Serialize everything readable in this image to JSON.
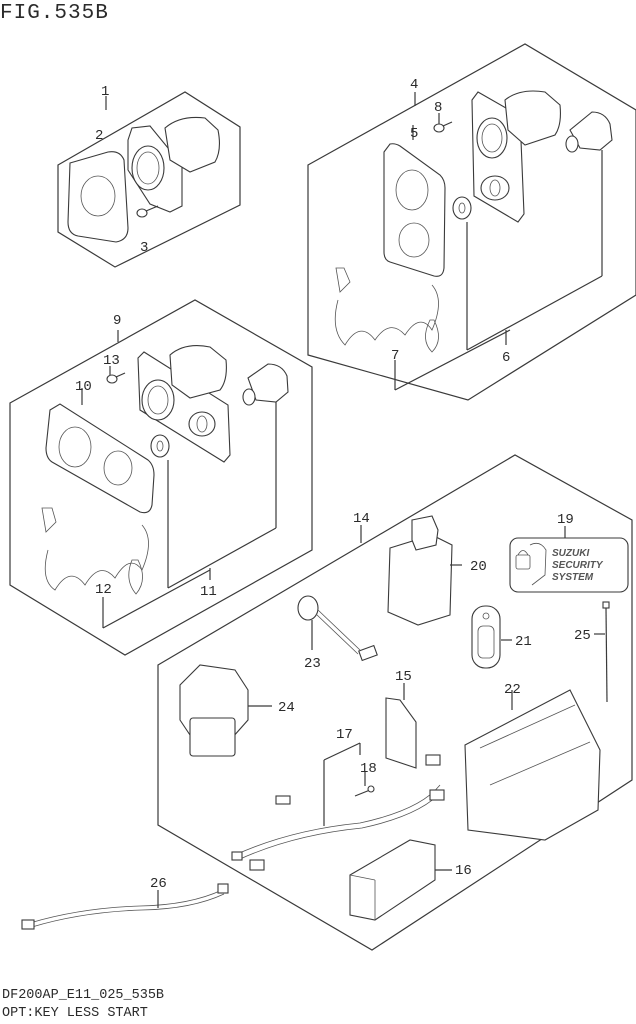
{
  "header": {
    "figure_title": "FIG.535B"
  },
  "footer": {
    "diagram_code": "DF200AP_E11_025_535B",
    "caption": "OPT:KEY LESS START"
  },
  "callouts": [
    {
      "number": "1",
      "part": "switch-assembly-single"
    },
    {
      "number": "2",
      "part": "bezel-single"
    },
    {
      "number": "3",
      "part": "screw"
    },
    {
      "number": "4",
      "part": "switch-assembly-vertical"
    },
    {
      "number": "5",
      "part": "bezel-vertical"
    },
    {
      "number": "6",
      "part": "switch-assembly-vertical-set"
    },
    {
      "number": "7",
      "part": "lanyard-cord"
    },
    {
      "number": "8",
      "part": "screw"
    },
    {
      "number": "9",
      "part": "switch-assembly-horizontal"
    },
    {
      "number": "10",
      "part": "bezel-horizontal"
    },
    {
      "number": "11",
      "part": "switch-assembly-horizontal-set"
    },
    {
      "number": "12",
      "part": "lanyard-cord"
    },
    {
      "number": "13",
      "part": "screw"
    },
    {
      "number": "14",
      "part": "keyless-start-kit"
    },
    {
      "number": "15",
      "part": "card"
    },
    {
      "number": "16",
      "part": "holder"
    },
    {
      "number": "17",
      "part": "wiring-harness"
    },
    {
      "number": "18",
      "part": "bolt"
    },
    {
      "number": "19",
      "part": "security-system-decal"
    },
    {
      "number": "20",
      "part": "control-module"
    },
    {
      "number": "21",
      "part": "key-fob"
    },
    {
      "number": "22",
      "part": "cover"
    },
    {
      "number": "23",
      "part": "antenna-lead"
    },
    {
      "number": "24",
      "part": "relay"
    },
    {
      "number": "25",
      "part": "cable-tie"
    },
    {
      "number": "26",
      "part": "extension-wire"
    }
  ],
  "decal": {
    "lines": [
      "SUZUKI",
      "SECURITY",
      "SYSTEM"
    ]
  }
}
